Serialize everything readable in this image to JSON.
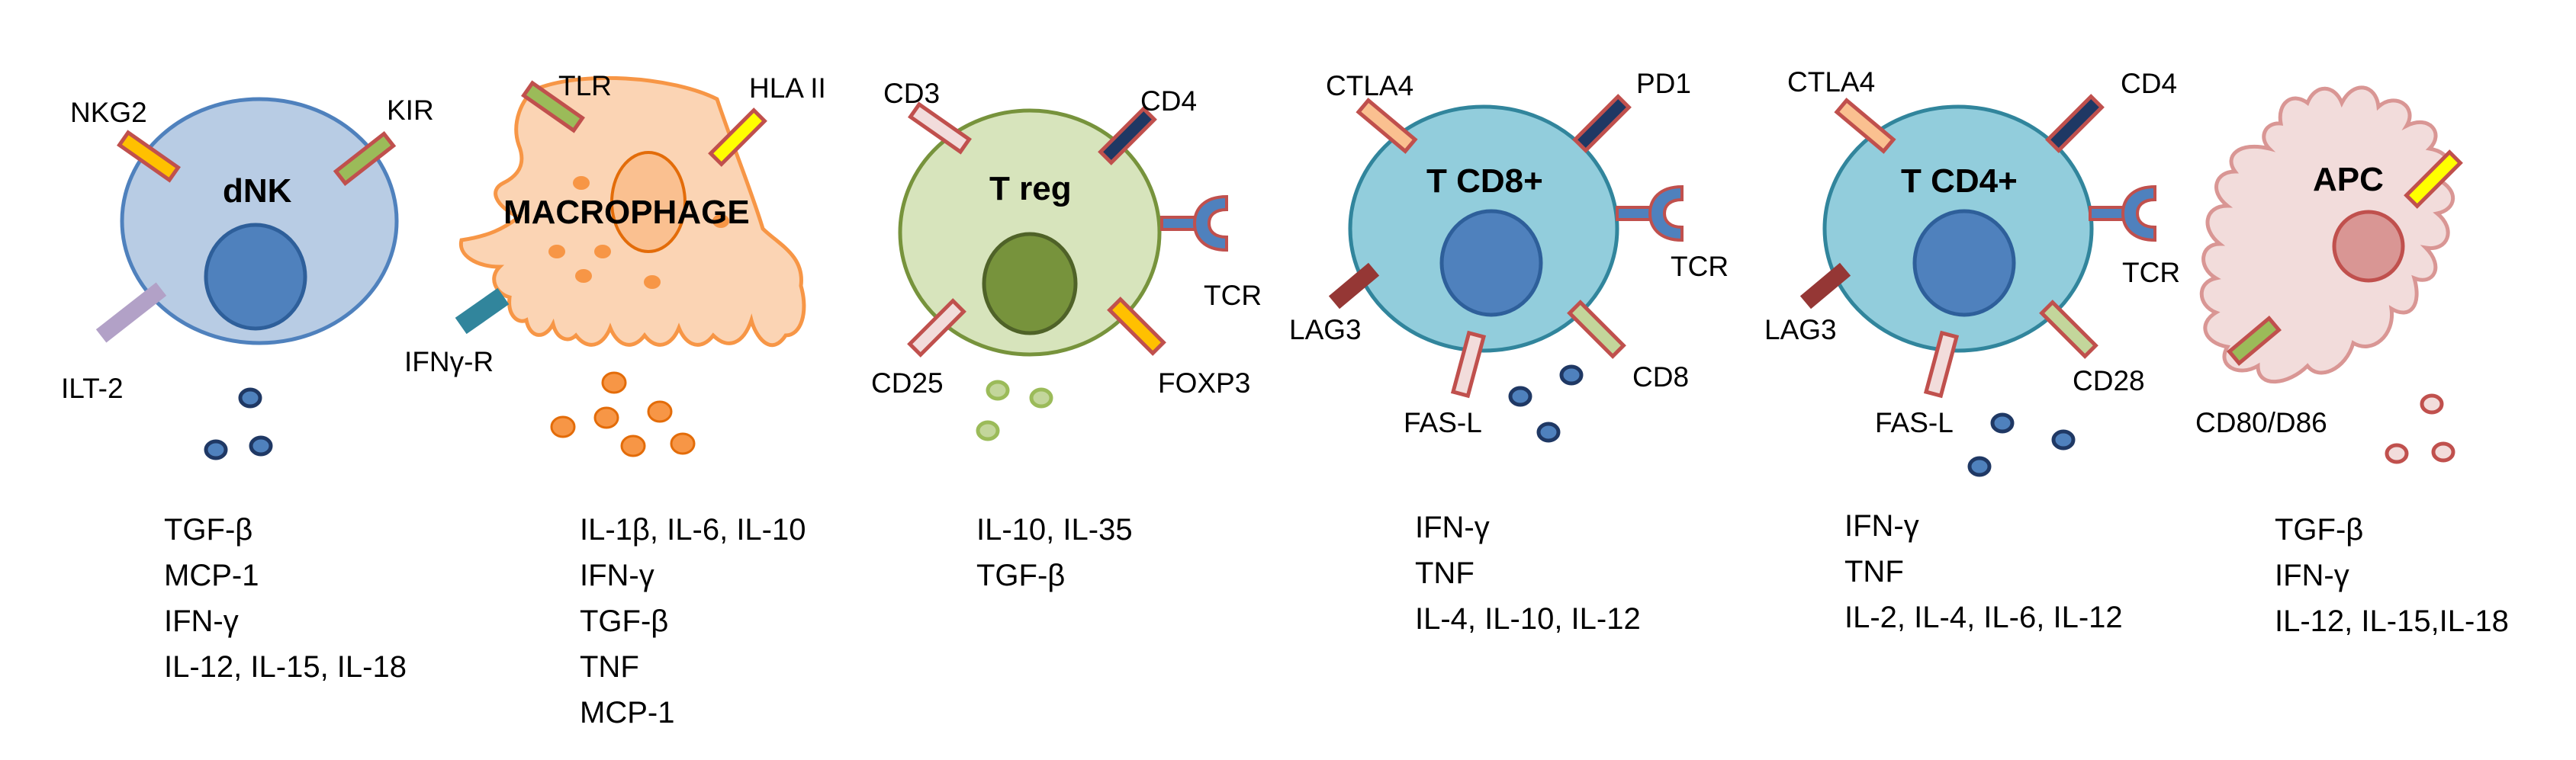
{
  "colors": {
    "dnk_fill": "#b8cce4",
    "dnk_stroke": "#4f81bd",
    "nucleus": "#4f81bd",
    "nucleus_stroke": "#2e5f9a",
    "mac_fill": "#fbd4b4",
    "mac_stroke": "#f79646",
    "treg_fill": "#d7e4bc",
    "treg_stroke": "#77933c",
    "treg_nucleus": "#77933c",
    "cd8_fill": "#92cddc",
    "cd8_stroke": "#31859c",
    "apc_fill": "#f2dcdb",
    "apc_stroke": "#d99694",
    "apc_nucleus": "#d99694"
  },
  "cells": [
    {
      "name": "dNK",
      "receptors": [
        "NKG2",
        "KIR",
        "ILT-2"
      ],
      "secreted": [
        "TGF-β",
        "MCP-1",
        "IFN-γ",
        "IL-12, IL-15, IL-18"
      ]
    },
    {
      "name": "MACROPHAGE",
      "receptors": [
        "TLR",
        "HLA II",
        "IFNγ-R"
      ],
      "secreted": [
        "IL-1β, IL-6, IL-10",
        "IFN-γ",
        "TGF-β",
        "TNF",
        "MCP-1"
      ]
    },
    {
      "name": "T reg",
      "receptors": [
        "CD3",
        "CD4",
        "TCR",
        "CD25",
        "FOXP3"
      ],
      "secreted": [
        "IL-10, IL-35",
        "TGF-β"
      ]
    },
    {
      "name": "T CD8+",
      "receptors": [
        "CTLA4",
        "PD1",
        "TCR",
        "LAG3",
        "FAS-L",
        "CD8"
      ],
      "secreted": [
        "IFN-γ",
        "TNF",
        "IL-4, IL-10, IL-12"
      ]
    },
    {
      "name": "T CD4+",
      "receptors": [
        "CTLA4",
        "CD4",
        "TCR",
        "LAG3",
        "FAS-L",
        "CD28"
      ],
      "secreted": [
        "IFN-γ",
        "TNF",
        "IL-2, IL-4, IL-6, IL-12"
      ]
    },
    {
      "name": "APC",
      "receptors": [
        "CD80/D86"
      ],
      "secreted": [
        "TGF-β",
        "IFN-γ",
        "IL-12, IL-15,IL-18"
      ]
    }
  ]
}
